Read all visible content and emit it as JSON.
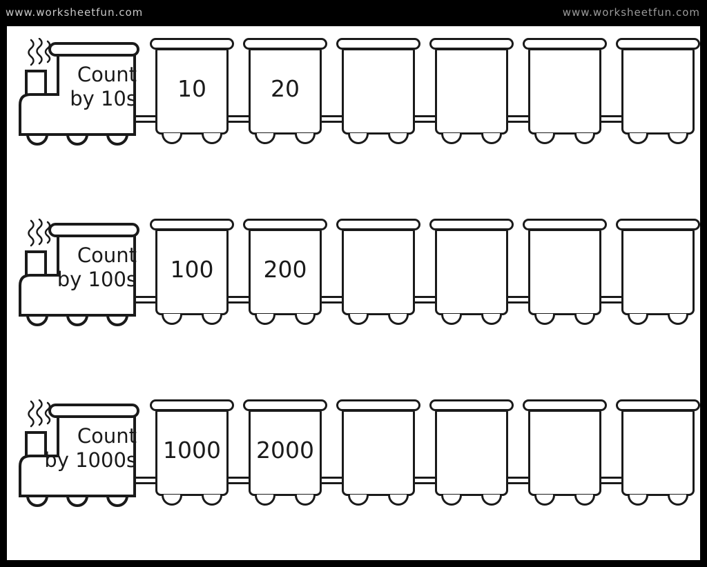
{
  "watermark": {
    "left": "www.worksheetfun.com",
    "right": "www.worksheetfun.com"
  },
  "colors": {
    "ink": "#1a1a1a",
    "paper": "#ffffff",
    "page-bg": "#000000",
    "watermark-left": "#c9c9c9",
    "watermark-right": "#9b9b9b"
  },
  "trains": [
    {
      "label_line1": "Count",
      "label_line2": "by 10s",
      "cars": [
        "10",
        "20",
        "",
        "",
        "",
        ""
      ]
    },
    {
      "label_line1": "Count",
      "label_line2": "by 100s",
      "cars": [
        "100",
        "200",
        "",
        "",
        "",
        ""
      ]
    },
    {
      "label_line1": "Count",
      "label_line2": "by 1000s",
      "cars": [
        "1000",
        "2000",
        "",
        "",
        "",
        ""
      ]
    }
  ]
}
